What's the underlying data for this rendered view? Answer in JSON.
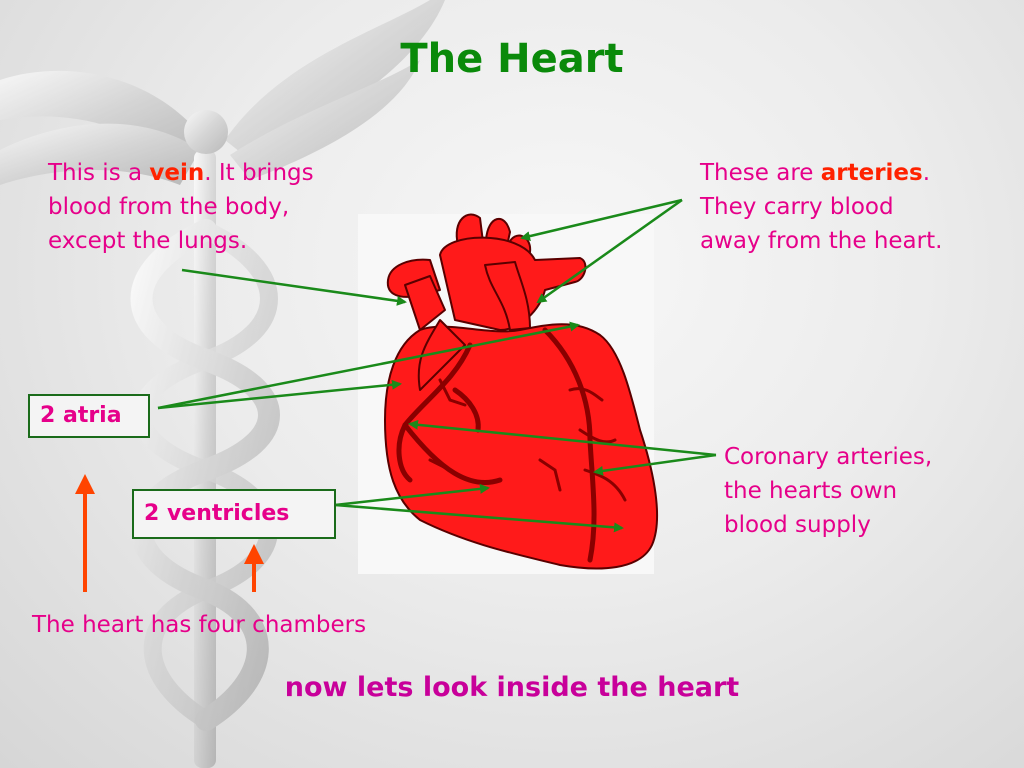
{
  "slide": {
    "title": "The Heart",
    "vein_note": {
      "prefix": "This is a ",
      "keyword": "vein",
      "suffix": ". It brings",
      "line2": "blood from the body,",
      "line3": "except the lungs."
    },
    "arteries_note": {
      "prefix": "These are ",
      "keyword": "arteries",
      "suffix": ".",
      "line2": "They carry blood",
      "line3": "away from the heart."
    },
    "coronary_note": {
      "line1": "Coronary arteries,",
      "line2": "the hearts own",
      "line3": "blood supply"
    },
    "atria_label": "2 atria",
    "ventricles_label": "2 ventricles",
    "chambers_note": "The heart has four chambers",
    "footer": "now lets look inside the heart"
  },
  "colors": {
    "title": "#0a8a0a",
    "text": "#e6008a",
    "keyword": "#ff2200",
    "pointer_line": "#1a8a1a",
    "up_arrow": "#ff4400",
    "heart": "#ff1a1a"
  },
  "icons": [
    "caduceus-background",
    "heart-illustration",
    "up-arrow-icon"
  ]
}
